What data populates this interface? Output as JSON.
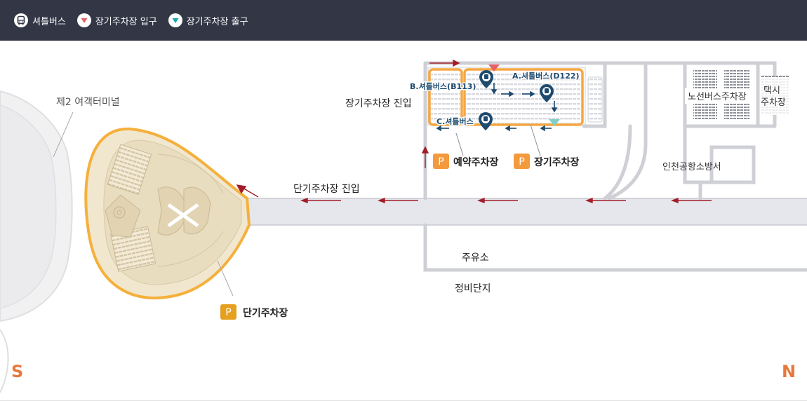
{
  "legend": {
    "items": [
      {
        "label": "셔틀버스",
        "icon": "shuttle-bus-icon"
      },
      {
        "label": "장기주차장 입구",
        "icon": "entrance-triangle-icon",
        "color": "#e8606a"
      },
      {
        "label": "장기주차장 출구",
        "icon": "exit-triangle-icon",
        "color": "#1aa6a6"
      }
    ]
  },
  "map": {
    "terminal_label": "제2 여객터미널",
    "long_term_entry_label": "장기주차장 진입",
    "short_term_entry_label": "단기주차장 진입",
    "shuttle_stops": [
      {
        "label": "B.셔틀버스(B113)"
      },
      {
        "label": "A.셔틀버스(D122)"
      },
      {
        "label": "C.셔틀버스"
      }
    ],
    "parking_lots": [
      {
        "badge": "P",
        "label": "예약주차장"
      },
      {
        "badge": "P",
        "label": "장기주차장"
      },
      {
        "badge": "P",
        "label": "단기주차장"
      }
    ],
    "bus_parking_label_lines": [
      "노선버스주차장"
    ],
    "taxi_parking_label_lines": [
      "택시",
      "주차장"
    ],
    "office_label": "인천공항소방서",
    "gas_station_label": "주유소",
    "maintenance_label": "정비단지",
    "compass": {
      "south": "S",
      "north": "N"
    }
  },
  "colors": {
    "header_bg": "#333645",
    "orange": "#f5a742",
    "parking_badge": "#f39a3c",
    "short_badge": "#e6a020",
    "arrow_red": "#a31d28",
    "navy": "#1d4a6e",
    "road": "#e6e7ec",
    "road_edge": "#c9cad1",
    "compass": "#e8783c"
  }
}
